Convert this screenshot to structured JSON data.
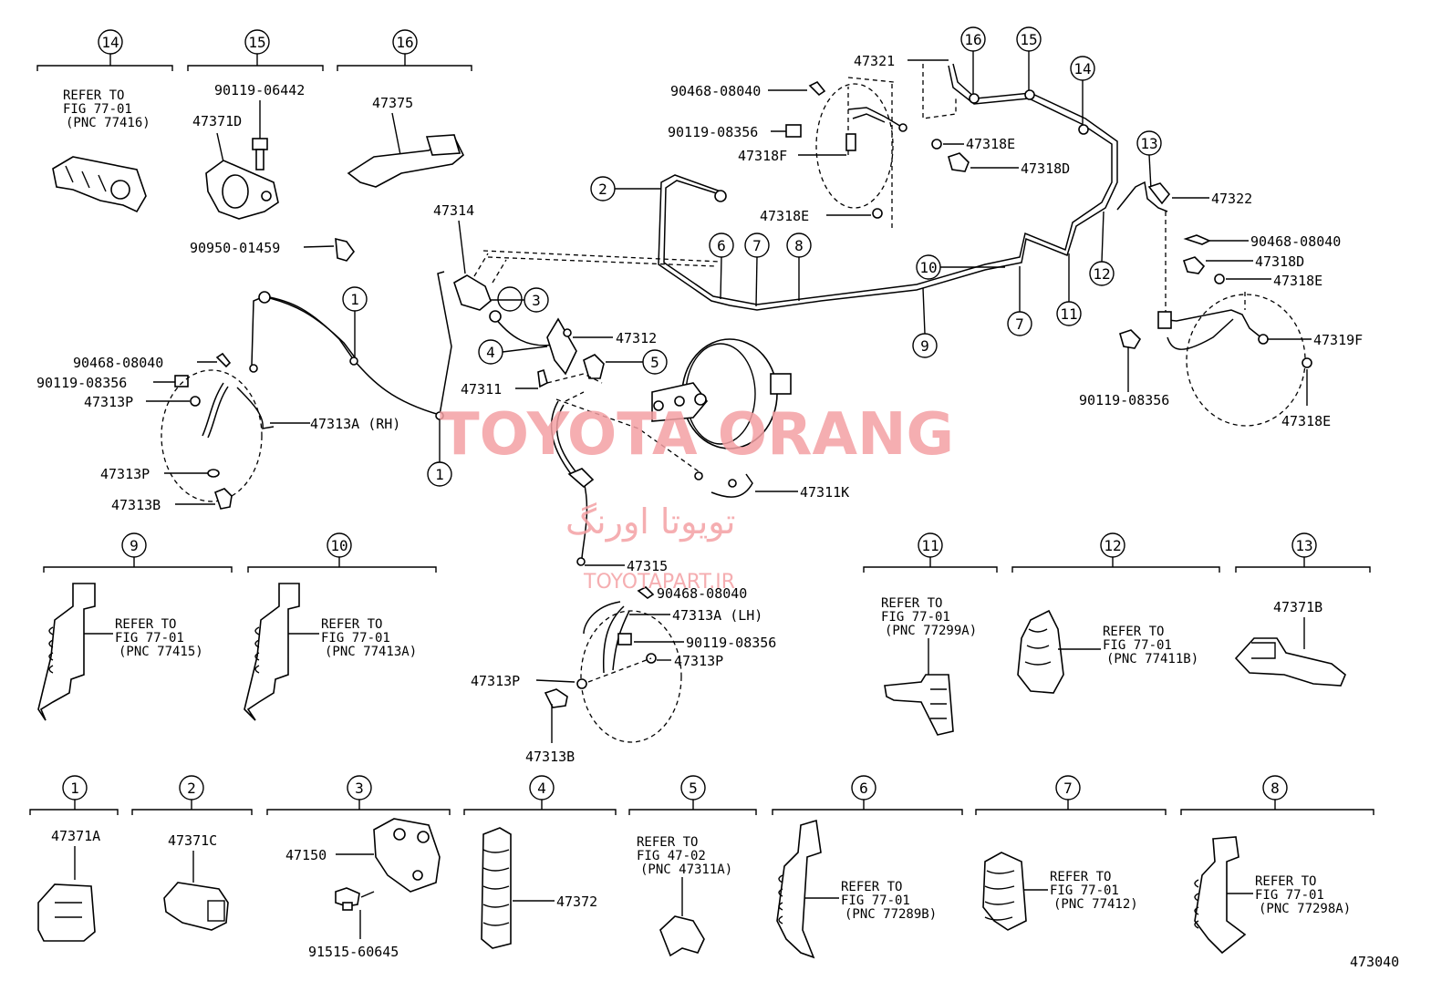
{
  "figure_code": "473040",
  "watermark": {
    "title": "TOYOTA ORANG",
    "persian": "تویوتا اورنگ",
    "site": "TOYOTAPART.IR"
  },
  "callouts": {
    "c1": "1",
    "c2": "2",
    "c3": "3",
    "c4": "4",
    "c5": "5",
    "c6": "6",
    "c7": "7",
    "c8": "8",
    "c9": "9",
    "c10": "10",
    "c11": "11",
    "c12": "12",
    "c13": "13",
    "c14": "14",
    "c15": "15",
    "c16": "16"
  },
  "parts": {
    "p47321": "47321",
    "p90468_08040": "90468-08040",
    "p90119_08356": "90119-08356",
    "p47318F": "47318F",
    "p47318E": "47318E",
    "p47318D": "47318D",
    "p47322": "47322",
    "p47319F": "47319F",
    "p47314": "47314",
    "p47312": "47312",
    "p47311": "47311",
    "p47311K": "47311K",
    "p47315": "47315",
    "p47313A_LH": "47313A (LH)",
    "p47313A_RH": "47313A (RH)",
    "p47313P": "47313P",
    "p47313B": "47313B",
    "p47371D": "47371D",
    "p90119_06442": "90119-06442",
    "p47375": "47375",
    "p90950_01459": "90950-01459",
    "p47371B": "47371B",
    "p47371A": "47371A",
    "p47371C": "47371C",
    "p47150": "47150",
    "p91515_60645": "91515-60645",
    "p47372": "47372"
  },
  "refer": {
    "r14": [
      "REFER TO",
      "FIG 77-01",
      "(PNC 77416)"
    ],
    "r9": [
      "REFER TO",
      "FIG 77-01",
      "(PNC 77415)"
    ],
    "r10": [
      "REFER TO",
      "FIG 77-01",
      "(PNC 77413A)"
    ],
    "r11": [
      "REFER TO",
      "FIG 77-01",
      "(PNC 77299A)"
    ],
    "r12": [
      "REFER TO",
      "FIG 77-01",
      "(PNC 77411B)"
    ],
    "r5": [
      "REFER TO",
      "FIG 47-02",
      "(PNC 47311A)"
    ],
    "r6": [
      "REFER TO",
      "FIG 77-01",
      "(PNC 77289B)"
    ],
    "r7": [
      "REFER TO",
      "FIG 77-01",
      "(PNC 77412)"
    ],
    "r8": [
      "REFER TO",
      "FIG 77-01",
      "(PNC 77298A)"
    ]
  }
}
